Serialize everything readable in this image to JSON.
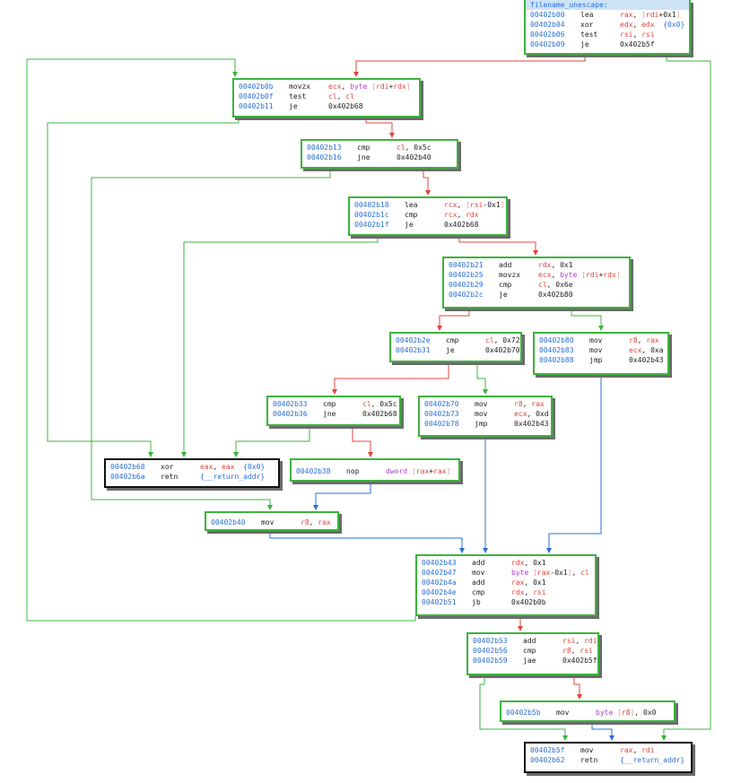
{
  "colors": {
    "node_border": "#3cb43c",
    "exit_border": "#111111",
    "edge_true": "#3cb43c",
    "edge_false": "#e0443c",
    "edge_jump": "#2a6fd6",
    "address": "#2a6fd6",
    "register": "#e0443c",
    "keyword": "#b040d0",
    "bracket": "#e0a0a0",
    "comment": "#2a6fd6"
  },
  "title": "filename_unescape:",
  "blocks": {
    "b00": [
      {
        "addr": "00402b00",
        "mn": "lea",
        "ops": [
          {
            "t": "rax",
            "c": "register"
          },
          {
            "t": ", "
          },
          {
            "t": "[",
            "c": "bracket"
          },
          {
            "t": "rdi",
            "c": "register"
          },
          {
            "t": "+0x1"
          },
          {
            "t": "]",
            "c": "bracket"
          }
        ]
      },
      {
        "addr": "00402b04",
        "mn": "xor",
        "ops": [
          {
            "t": "edx",
            "c": "register"
          },
          {
            "t": ", "
          },
          {
            "t": "edx",
            "c": "register"
          },
          {
            "t": "  "
          },
          {
            "t": "{0x0}",
            "c": "comment"
          }
        ]
      },
      {
        "addr": "00402b06",
        "mn": "test",
        "ops": [
          {
            "t": "rsi",
            "c": "register"
          },
          {
            "t": ", "
          },
          {
            "t": "rsi",
            "c": "register"
          }
        ]
      },
      {
        "addr": "00402b09",
        "mn": "je",
        "ops": [
          {
            "t": "0x402b5f"
          }
        ]
      }
    ],
    "b0b": [
      {
        "addr": "00402b0b",
        "mn": "movzx",
        "ops": [
          {
            "t": "ecx",
            "c": "register"
          },
          {
            "t": ", "
          },
          {
            "t": "byte",
            "c": "keyword"
          },
          {
            "t": " "
          },
          {
            "t": "[",
            "c": "bracket"
          },
          {
            "t": "rdi",
            "c": "register"
          },
          {
            "t": "+"
          },
          {
            "t": "rdx",
            "c": "register"
          },
          {
            "t": "]",
            "c": "bracket"
          }
        ]
      },
      {
        "addr": "00402b0f",
        "mn": "test",
        "ops": [
          {
            "t": "cl",
            "c": "register"
          },
          {
            "t": ", "
          },
          {
            "t": "cl",
            "c": "register"
          }
        ]
      },
      {
        "addr": "00402b11",
        "mn": "je",
        "ops": [
          {
            "t": "0x402b68"
          }
        ]
      }
    ],
    "b13": [
      {
        "addr": "00402b13",
        "mn": "cmp",
        "ops": [
          {
            "t": "cl",
            "c": "register"
          },
          {
            "t": ", 0x5c"
          }
        ]
      },
      {
        "addr": "00402b16",
        "mn": "jne",
        "ops": [
          {
            "t": "0x402b40"
          }
        ]
      }
    ],
    "b18": [
      {
        "addr": "00402b18",
        "mn": "lea",
        "ops": [
          {
            "t": "rcx",
            "c": "register"
          },
          {
            "t": ", "
          },
          {
            "t": "[",
            "c": "bracket"
          },
          {
            "t": "rsi",
            "c": "register"
          },
          {
            "t": "-0x1"
          },
          {
            "t": "]",
            "c": "bracket"
          }
        ]
      },
      {
        "addr": "00402b1c",
        "mn": "cmp",
        "ops": [
          {
            "t": "rcx",
            "c": "register"
          },
          {
            "t": ", "
          },
          {
            "t": "rdx",
            "c": "register"
          }
        ]
      },
      {
        "addr": "00402b1f",
        "mn": "je",
        "ops": [
          {
            "t": "0x402b68"
          }
        ]
      }
    ],
    "b21": [
      {
        "addr": "00402b21",
        "mn": "add",
        "ops": [
          {
            "t": "rdx",
            "c": "register"
          },
          {
            "t": ", 0x1"
          }
        ]
      },
      {
        "addr": "00402b25",
        "mn": "movzx",
        "ops": [
          {
            "t": "ecx",
            "c": "register"
          },
          {
            "t": ", "
          },
          {
            "t": "byte",
            "c": "keyword"
          },
          {
            "t": " "
          },
          {
            "t": "[",
            "c": "bracket"
          },
          {
            "t": "rdi",
            "c": "register"
          },
          {
            "t": "+"
          },
          {
            "t": "rdx",
            "c": "register"
          },
          {
            "t": "]",
            "c": "bracket"
          }
        ]
      },
      {
        "addr": "00402b29",
        "mn": "cmp",
        "ops": [
          {
            "t": "cl",
            "c": "register"
          },
          {
            "t": ", 0x6e"
          }
        ]
      },
      {
        "addr": "00402b2c",
        "mn": "je",
        "ops": [
          {
            "t": "0x402b80"
          }
        ]
      }
    ],
    "b2e": [
      {
        "addr": "00402b2e",
        "mn": "cmp",
        "ops": [
          {
            "t": "cl",
            "c": "register"
          },
          {
            "t": ", 0x72"
          }
        ]
      },
      {
        "addr": "00402b31",
        "mn": "je",
        "ops": [
          {
            "t": "0x402b70"
          }
        ]
      }
    ],
    "b80": [
      {
        "addr": "00402b80",
        "mn": "mov",
        "ops": [
          {
            "t": "r8",
            "c": "register"
          },
          {
            "t": ", "
          },
          {
            "t": "rax",
            "c": "register"
          }
        ]
      },
      {
        "addr": "00402b83",
        "mn": "mov",
        "ops": [
          {
            "t": "ecx",
            "c": "register"
          },
          {
            "t": ", 0xa"
          }
        ]
      },
      {
        "addr": "00402b88",
        "mn": "jmp",
        "ops": [
          {
            "t": "0x402b43"
          }
        ]
      }
    ],
    "b33": [
      {
        "addr": "00402b33",
        "mn": "cmp",
        "ops": [
          {
            "t": "cl",
            "c": "register"
          },
          {
            "t": ", 0x5c"
          }
        ]
      },
      {
        "addr": "00402b36",
        "mn": "jne",
        "ops": [
          {
            "t": "0x402b68"
          }
        ]
      }
    ],
    "b70": [
      {
        "addr": "00402b70",
        "mn": "mov",
        "ops": [
          {
            "t": "r8",
            "c": "register"
          },
          {
            "t": ", "
          },
          {
            "t": "rax",
            "c": "register"
          }
        ]
      },
      {
        "addr": "00402b73",
        "mn": "mov",
        "ops": [
          {
            "t": "ecx",
            "c": "register"
          },
          {
            "t": ", 0xd"
          }
        ]
      },
      {
        "addr": "00402b78",
        "mn": "jmp",
        "ops": [
          {
            "t": "0x402b43"
          }
        ]
      }
    ],
    "b68": [
      {
        "addr": "00402b68",
        "mn": "xor",
        "ops": [
          {
            "t": "eax",
            "c": "register"
          },
          {
            "t": ", "
          },
          {
            "t": "eax",
            "c": "register"
          },
          {
            "t": "  "
          },
          {
            "t": "{0x0}",
            "c": "comment"
          }
        ]
      },
      {
        "addr": "00402b6a",
        "mn": "retn",
        "ops": [
          {
            "t": "{__return_addr}",
            "c": "comment"
          }
        ]
      }
    ],
    "b38": [
      {
        "addr": "00402b38",
        "mn": "nop",
        "ops": [
          {
            "t": "dword",
            "c": "keyword"
          },
          {
            "t": " "
          },
          {
            "t": "[",
            "c": "bracket"
          },
          {
            "t": "rax",
            "c": "register"
          },
          {
            "t": "+"
          },
          {
            "t": "rax",
            "c": "register"
          },
          {
            "t": "]",
            "c": "bracket"
          }
        ]
      }
    ],
    "b40": [
      {
        "addr": "00402b40",
        "mn": "mov",
        "ops": [
          {
            "t": "r8",
            "c": "register"
          },
          {
            "t": ", "
          },
          {
            "t": "rax",
            "c": "register"
          }
        ]
      }
    ],
    "b43": [
      {
        "addr": "00402b43",
        "mn": "add",
        "ops": [
          {
            "t": "rdx",
            "c": "register"
          },
          {
            "t": ", 0x1"
          }
        ]
      },
      {
        "addr": "00402b47",
        "mn": "mov",
        "ops": [
          {
            "t": "byte",
            "c": "keyword"
          },
          {
            "t": " "
          },
          {
            "t": "[",
            "c": "bracket"
          },
          {
            "t": "rax",
            "c": "register"
          },
          {
            "t": "-0x1"
          },
          {
            "t": "]",
            "c": "bracket"
          },
          {
            "t": ", "
          },
          {
            "t": "cl",
            "c": "register"
          }
        ]
      },
      {
        "addr": "00402b4a",
        "mn": "add",
        "ops": [
          {
            "t": "rax",
            "c": "register"
          },
          {
            "t": ", 0x1"
          }
        ]
      },
      {
        "addr": "00402b4e",
        "mn": "cmp",
        "ops": [
          {
            "t": "rdx",
            "c": "register"
          },
          {
            "t": ", "
          },
          {
            "t": "rsi",
            "c": "register"
          }
        ]
      },
      {
        "addr": "00402b51",
        "mn": "jb",
        "ops": [
          {
            "t": "0x402b0b"
          }
        ]
      }
    ],
    "b53": [
      {
        "addr": "00402b53",
        "mn": "add",
        "ops": [
          {
            "t": "rsi",
            "c": "register"
          },
          {
            "t": ", "
          },
          {
            "t": "rdi",
            "c": "register"
          }
        ]
      },
      {
        "addr": "00402b56",
        "mn": "cmp",
        "ops": [
          {
            "t": "r8",
            "c": "register"
          },
          {
            "t": ", "
          },
          {
            "t": "rsi",
            "c": "register"
          }
        ]
      },
      {
        "addr": "00402b59",
        "mn": "jae",
        "ops": [
          {
            "t": "0x402b5f"
          }
        ]
      }
    ],
    "b5b": [
      {
        "addr": "00402b5b",
        "mn": "mov",
        "ops": [
          {
            "t": "byte",
            "c": "keyword"
          },
          {
            "t": " "
          },
          {
            "t": "[",
            "c": "bracket"
          },
          {
            "t": "r8",
            "c": "register"
          },
          {
            "t": "]",
            "c": "bracket"
          },
          {
            "t": ", 0x0"
          }
        ]
      }
    ],
    "b5f": [
      {
        "addr": "00402b5f",
        "mn": "mov",
        "ops": [
          {
            "t": "rax",
            "c": "register"
          },
          {
            "t": ", "
          },
          {
            "t": "rdi",
            "c": "register"
          }
        ]
      },
      {
        "addr": "00402b62",
        "mn": "retn",
        "ops": [
          {
            "t": "{__return_addr}",
            "c": "comment"
          }
        ]
      }
    ]
  }
}
